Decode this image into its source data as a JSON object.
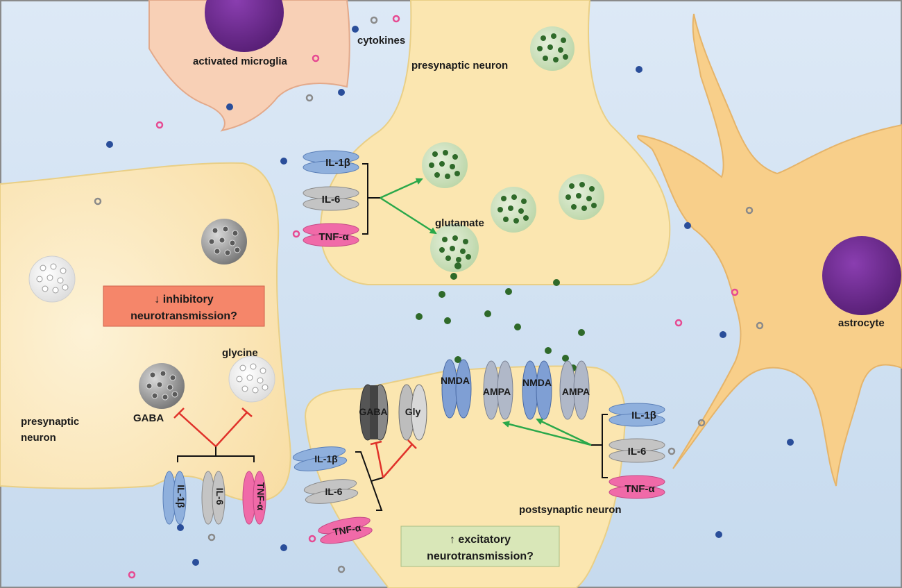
{
  "labels": {
    "microglia": "activated microglia",
    "cytokines": "cytokines",
    "presynaptic_top": "presynaptic neuron",
    "presynaptic_left_1": "presynaptic",
    "presynaptic_left_2": "neuron",
    "postsynaptic": "postsynaptic neuron",
    "astrocyte": "astrocyte",
    "glutamate": "glutamate",
    "gaba": "GABA",
    "glycine": "glycine"
  },
  "boxes": {
    "inhibitory_line1": "↓ inhibitory",
    "inhibitory_line2": "neurotransmission?",
    "excitatory_line1": "↑ excitatory",
    "excitatory_line2": "neurotransmission?"
  },
  "receptors": {
    "il1b": "IL-1β",
    "il6": "IL-6",
    "tnfa": "TNF-α",
    "nmda": "NMDA",
    "ampa": "AMPA",
    "gaba": "GABA",
    "gly": "Gly"
  },
  "colors": {
    "background_top": "#d6e6f5",
    "background_bottom": "#c9dcef",
    "neuron_fill": "#fbe6b0",
    "astrocyte_fill": "#f8cf8a",
    "microglia_fill": "#f8d0b6",
    "nucleus": "#6a2a8a",
    "glutamate_dot": "#2f6a2a",
    "vesicle_green": "#cfe3c0",
    "il1b": "#8fb0dd",
    "il6": "#c4c4c4",
    "tnfa": "#f06aa8",
    "nmda": "#7f9fd4",
    "ampa": "#b0b8c8",
    "inhibitory_box": "#f5866a",
    "excitatory_box": "#d9e7b8",
    "activation_arrow": "#2aa84a",
    "inhibition_arrow": "#e0322a"
  }
}
